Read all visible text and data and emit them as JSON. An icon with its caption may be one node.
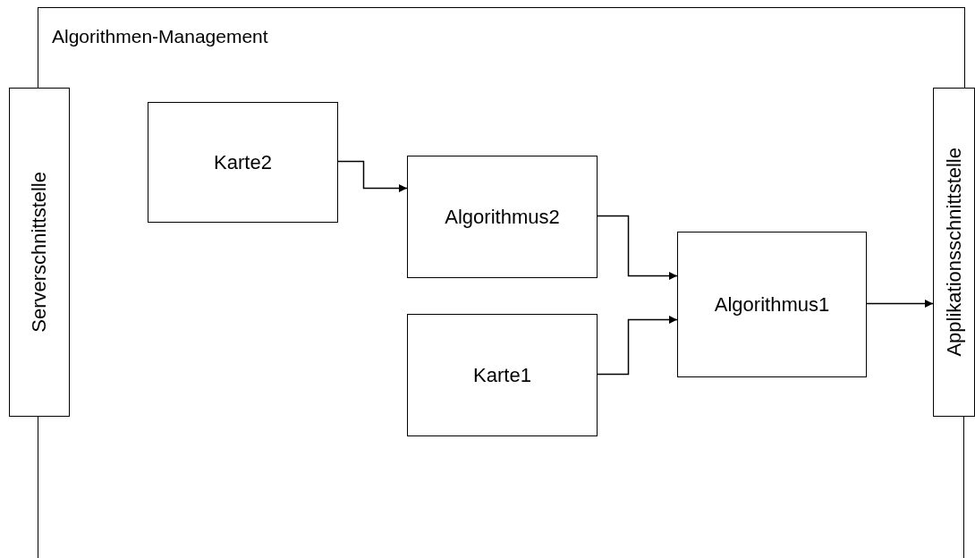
{
  "diagram": {
    "nodes": [
      {
        "text": [
          "Algorithmen-Management"
        ]
      },
      {
        "text": [
          "Serverschnittstelle"
        ]
      },
      {
        "text": [
          "Karte2"
        ],
        "in": 0
      },
      {
        "text": [
          "Algorithmus2"
        ],
        "in": 0
      },
      {
        "text": [
          "Algorithmus1"
        ],
        "in": 0
      },
      {
        "text": [
          "Karte1"
        ],
        "in": 0
      },
      {
        "text": [
          "Applikationsschnittstelle"
        ]
      }
    ],
    "edges": [
      {
        "from": 2,
        "to": 3,
        "arrow": "to"
      },
      {
        "from": 3,
        "to": 4,
        "arrow": "to"
      },
      {
        "from": 5,
        "to": 4,
        "arrow": "to"
      },
      {
        "from": 4,
        "to": 6,
        "arrow": "to"
      }
    ]
  }
}
